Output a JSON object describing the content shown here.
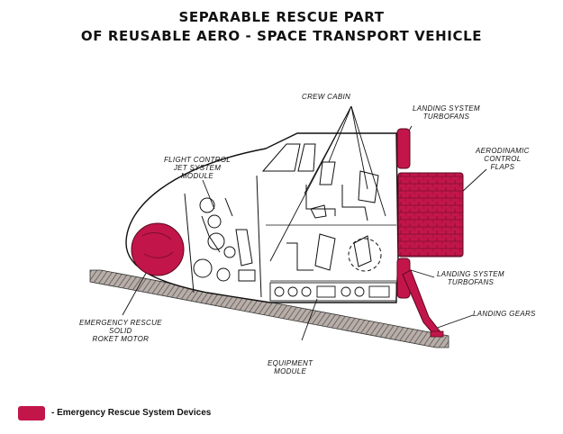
{
  "title": {
    "line1": "SEPARABLE RESCUE PART",
    "line2": "OF REUSABLE AERO - SPACE TRANSPORT VEHICLE"
  },
  "labels": {
    "crew_cabin": "CREW CABIN",
    "landing_turbofans_top": [
      "LANDING SYSTEM",
      "TURBOFANS"
    ],
    "aero_flaps": [
      "AERODINAMIC",
      "CONTROL",
      "FLAPS"
    ],
    "flight_control": [
      "FLIGHT CONTROL",
      "JET SYSTEM",
      "MODULE"
    ],
    "landing_turbofans_bottom": [
      "LANDING SYSTEM",
      "TURBOFANS"
    ],
    "landing_gears": "LANDING GEARS",
    "emergency_motor": [
      "EMERGENCY RESCUE",
      "SOLID",
      "ROKET MOTOR"
    ],
    "equipment_module": [
      "EQUIPMENT",
      "MODULE"
    ]
  },
  "legend": {
    "text": "- Emergency Rescue System Devices"
  },
  "colors": {
    "rescue": "#c2164a",
    "line": "#111111",
    "ground": "#8a7f7a"
  }
}
